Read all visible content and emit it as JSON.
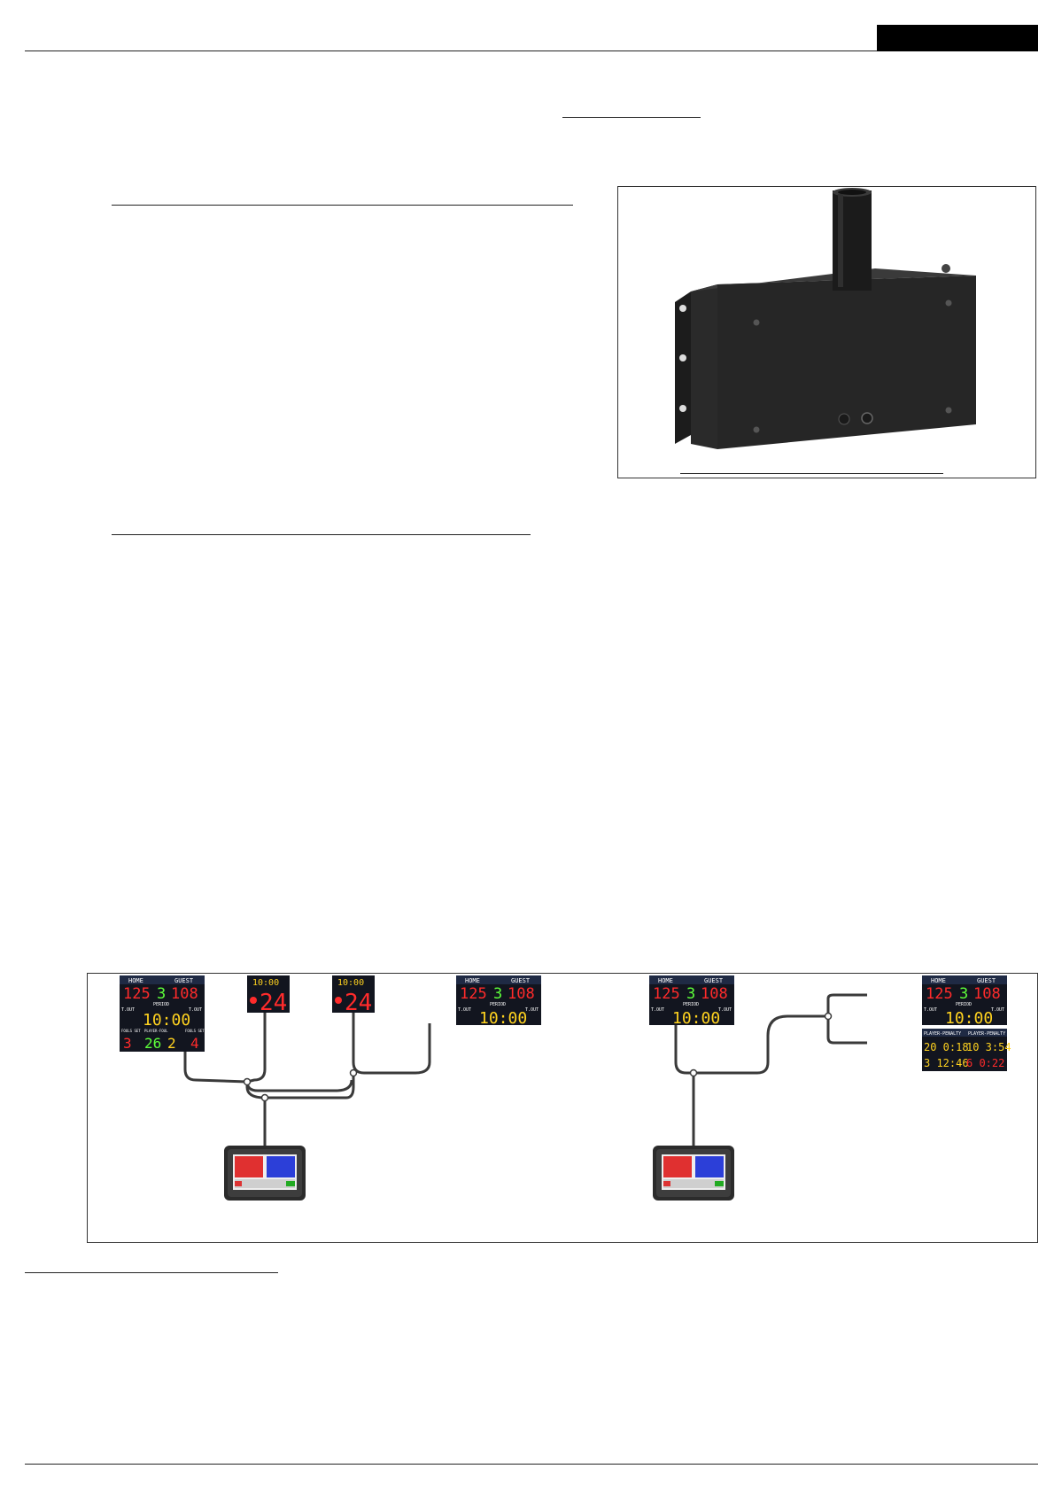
{
  "colors": {
    "board_bg": "#12151f",
    "board_header": "#1f2a44",
    "digit_red": "#ff2b2b",
    "digit_yellow": "#ffd21f",
    "digit_green": "#5dff3a",
    "cable": "#3a3a3a",
    "console_body": "#2b2b2b",
    "page_bg": "#ffffff"
  },
  "diagram": {
    "left_system": {
      "main_board": {
        "home_label": "HOME",
        "guest_label": "GUEST",
        "home_score": "125",
        "period": "3",
        "guest_score": "108",
        "period_label": "PERIOD",
        "tout_left": "T.OUT",
        "tout_right": "T.OUT",
        "clock": "10:00",
        "fouls_left_label": "FOULS SET",
        "player_foul_label": "PLAYER-FOUL",
        "fouls_right_label": "FOULS SET",
        "fouls_left": "3",
        "player_number": "26",
        "player_fouls": "2",
        "fouls_right": "4"
      },
      "shot_clock_1": {
        "game_time": "10:00",
        "shot_time": "24"
      },
      "shot_clock_2": {
        "game_time": "10:00",
        "shot_time": "24"
      },
      "board_2": {
        "home_label": "HOME",
        "guest_label": "GUEST",
        "home_score": "125",
        "period": "3",
        "guest_score": "108",
        "period_label": "PERIOD",
        "tout_left": "T.OUT",
        "tout_right": "T.OUT",
        "clock": "10:00"
      }
    },
    "right_system": {
      "board_1": {
        "home_label": "HOME",
        "guest_label": "GUEST",
        "home_score": "125",
        "period": "3",
        "guest_score": "108",
        "period_label": "PERIOD",
        "tout_left": "T.OUT",
        "tout_right": "T.OUT",
        "clock": "10:00"
      },
      "board_2": {
        "home_label": "HOME",
        "guest_label": "GUEST",
        "home_score": "125",
        "period": "3",
        "guest_score": "108",
        "period_label": "PERIOD",
        "tout_left": "T.OUT",
        "tout_right": "T.OUT",
        "clock": "10:00"
      },
      "penalty_board": {
        "left_label": "PLAYER-PENALTY",
        "right_label": "PLAYER-PENALTY",
        "row1_left": "20 0:18",
        "row1_right": "10 3:54",
        "row2_left": "3 12:46",
        "row2_right": "6 0:22"
      }
    }
  }
}
